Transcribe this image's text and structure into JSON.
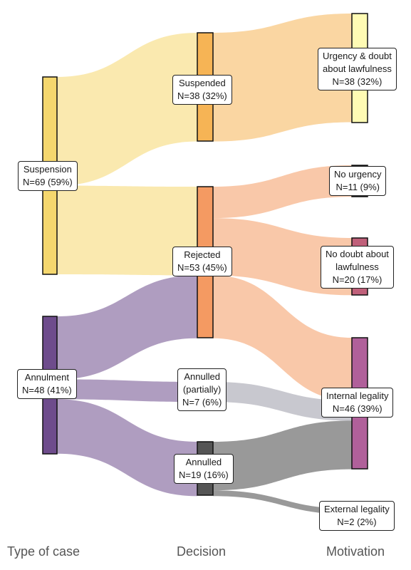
{
  "columns": {
    "type": "Type of case",
    "decision": "Decision",
    "motivation": "Motivation"
  },
  "colors": {
    "suspension": "#f5d76e",
    "annulment": "#6e4c8c",
    "suspended": "#f6b455",
    "rejected": "#f49a62",
    "annulled_partially": "#9a9aa8",
    "annulled": "#555555",
    "urgency_doubt": "#fffbb4",
    "no_urgency": "#222222",
    "no_doubt": "#c0607a",
    "internal_legality": "#b0609a",
    "external_legality": "#888888"
  },
  "nodes": {
    "suspension": {
      "line1": "Suspension",
      "line2": "N=69 (59%)"
    },
    "annulment": {
      "line1": "Annulment",
      "line2": "N=48 (41%)"
    },
    "suspended": {
      "line1": "Suspended",
      "line2": "N=38 (32%)"
    },
    "rejected": {
      "line1": "Rejected",
      "line2": "N=53 (45%)"
    },
    "annulled_partially": {
      "line1": "Annulled",
      "line2": "(partially)",
      "line3": "N=7 (6%)"
    },
    "annulled": {
      "line1": "Annulled",
      "line2": "N=19 (16%)"
    },
    "urgency_doubt": {
      "line1": "Urgency & doubt",
      "line2": "about lawfulness",
      "line3": "N=38 (32%)"
    },
    "no_urgency": {
      "line1": "No urgency",
      "line2": "N=11 (9%)"
    },
    "no_doubt": {
      "line1": "No doubt about",
      "line2": "lawfulness",
      "line3": "N=20 (17%)"
    },
    "internal_legality": {
      "line1": "Internal legality",
      "line2": "N=46 (39%)"
    },
    "external_legality": {
      "line1": "External legality",
      "line2": "N=2 (2%)"
    }
  },
  "flows": [
    {
      "from": "suspension",
      "to": "suspended",
      "value": 38
    },
    {
      "from": "suspension",
      "to": "rejected",
      "value": 31
    },
    {
      "from": "annulment",
      "to": "rejected",
      "value": 22
    },
    {
      "from": "annulment",
      "to": "annulled_partially",
      "value": 7
    },
    {
      "from": "annulment",
      "to": "annulled",
      "value": 19
    },
    {
      "from": "suspended",
      "to": "urgency_doubt",
      "value": 38
    },
    {
      "from": "rejected",
      "to": "no_urgency",
      "value": 11
    },
    {
      "from": "rejected",
      "to": "no_doubt",
      "value": 20
    },
    {
      "from": "rejected",
      "to": "internal_legality",
      "value": 22
    },
    {
      "from": "annulled_partially",
      "to": "internal_legality",
      "value": 7
    },
    {
      "from": "annulled",
      "to": "internal_legality",
      "value": 17
    },
    {
      "from": "annulled",
      "to": "external_legality",
      "value": 2
    }
  ]
}
